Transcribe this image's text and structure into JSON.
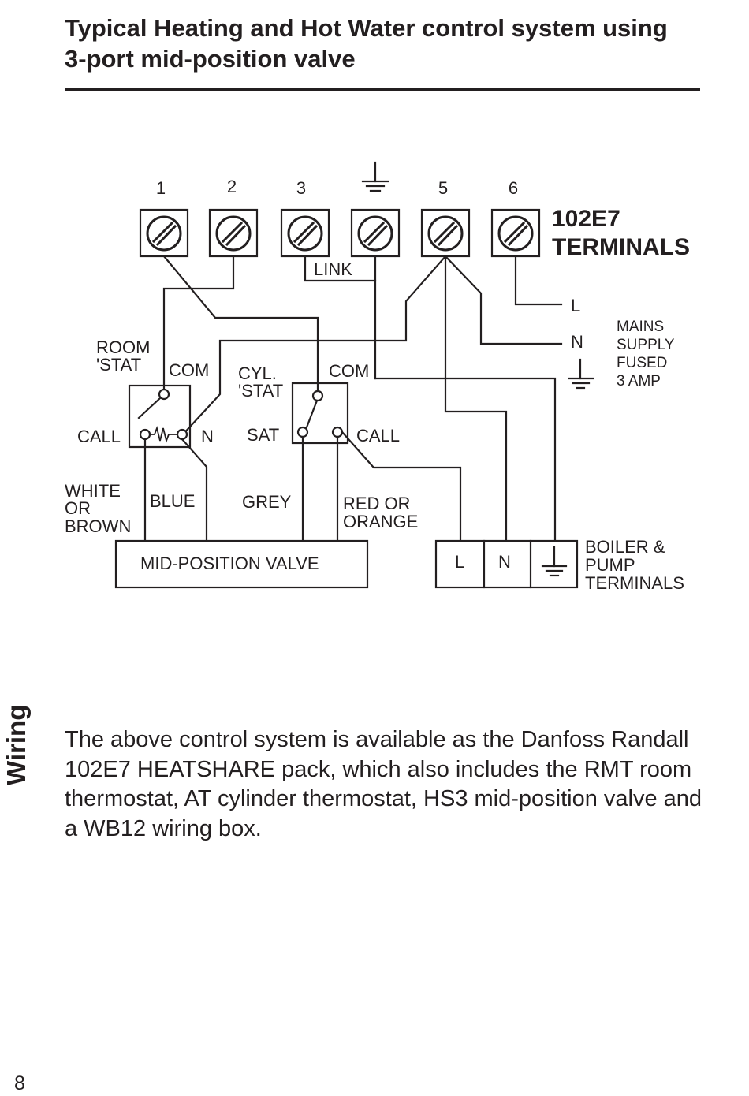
{
  "header": {
    "title_line1": "Typical Heating and Hot Water control system using",
    "title_line2": "3-port mid-position valve"
  },
  "diagram": {
    "terminal_numbers": [
      "1",
      "2",
      "3",
      "5",
      "6"
    ],
    "terminal_block_label_line1": "102E7",
    "terminal_block_label_line2": "TERMINALS",
    "link_label": "LINK",
    "room_stat": {
      "label_line1": "ROOM",
      "label_line2": "'STAT",
      "com": "COM",
      "call": "CALL",
      "n": "N"
    },
    "cyl_stat": {
      "label_line1": "CYL.",
      "label_line2": "'STAT",
      "com": "COM",
      "sat": "SAT",
      "call": "CALL"
    },
    "mains": {
      "l": "L",
      "n": "N",
      "line1": "MAINS",
      "line2": "SUPPLY",
      "line3": "FUSED",
      "line4": "3 AMP"
    },
    "wire_colors": {
      "white_line1": "WHITE",
      "white_line2": "OR",
      "white_line3": "BROWN",
      "blue": "BLUE",
      "grey": "GREY",
      "red_line1": "RED OR",
      "red_line2": "ORANGE"
    },
    "valve_label": "MID-POSITION VALVE",
    "boiler": {
      "l": "L",
      "n": "N",
      "line1": "BOILER &",
      "line2": "PUMP",
      "line3": "TERMINALS"
    }
  },
  "side_tab": "Wiring",
  "body_text": "The above control system is available as the Danfoss Randall 102E7 HEATSHARE pack, which also includes the RMT room thermostat, AT cylinder thermostat, HS3 mid-position valve and a WB12 wiring box.",
  "page_number": "8"
}
